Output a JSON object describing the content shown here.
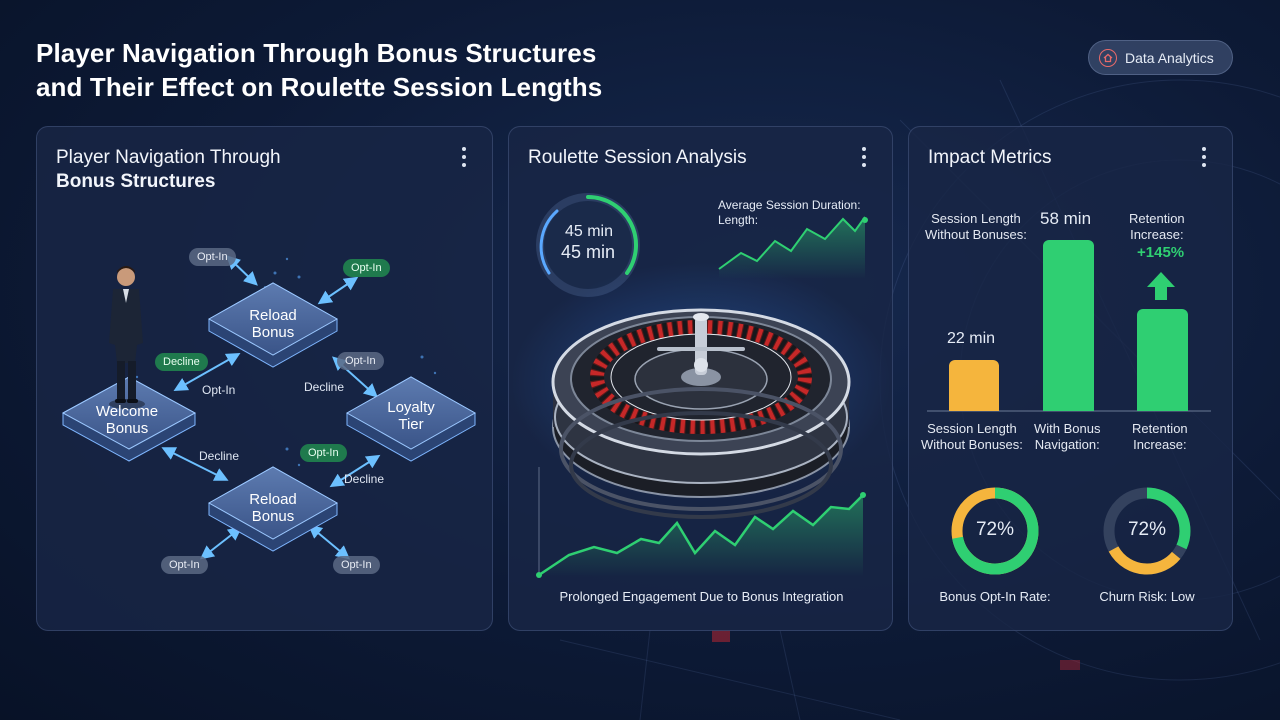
{
  "header": {
    "title_line1": "Player Navigation Through Bonus Structures",
    "title_line2": "and Their Effect on Roulette Session Lengths",
    "badge_label": "Data Analytics",
    "badge_icon": "house-icon"
  },
  "navigation_panel": {
    "title_line1": "Player Navigation Through",
    "title_line2": "Bonus Structures",
    "nodes": {
      "welcome": "Welcome\nBonus",
      "reload_top": "Reload\nBonus",
      "loyalty": "Loyalty\nTier",
      "reload_bottom": "Reload\nBonus"
    },
    "labels": {
      "opt_in_top_left": "Opt-In",
      "opt_in_top_right": "Opt-In",
      "decline_left": "Decline",
      "opt_in_mid": "Opt-In",
      "opt_in_right": "Opt-In",
      "decline_mid": "Decline",
      "decline_bottom_left": "Decline",
      "opt_in_bottom_mid": "Opt-In",
      "decline_bottom_right": "Decline",
      "opt_in_bottom_left": "Opt-In",
      "opt_in_bottom_right": "Opt-In"
    }
  },
  "session_panel": {
    "title": "Roulette Session Analysis",
    "gauge_line1": "45 min",
    "gauge_line2": "45 min",
    "avg_label_line1": "Average Session Duration:",
    "avg_label_line2": "Length:",
    "footer": "Prolonged Engagement Due to Bonus Integration"
  },
  "metrics_panel": {
    "title": "Impact Metrics",
    "top_label_left_line1": "Session Length",
    "top_label_left_line2": "Without Bonuses:",
    "top_value_mid": "58 min",
    "top_label_right_line1": "Retention",
    "top_label_right_line2": "Increase:",
    "retention_value": "+145%",
    "bar_value_left": "22 min",
    "bottom_label_left_line1": "Session Length",
    "bottom_label_left_line2": "Without Bonuses:",
    "bottom_label_mid_line1": "With Bonus",
    "bottom_label_mid_line2": "Navigation:",
    "bottom_label_right_line1": "Retention",
    "bottom_label_right_line2": "Increase:",
    "donut_left_value": "72%",
    "donut_left_label": "Bonus Opt-In Rate:",
    "donut_right_value": "72%",
    "donut_right_label": "Churn Risk: Low"
  },
  "colors": {
    "accent_green": "#2fcf72",
    "accent_orange": "#f5b53d",
    "accent_blue": "#5aa8ff",
    "roulette_red": "#c62828"
  }
}
